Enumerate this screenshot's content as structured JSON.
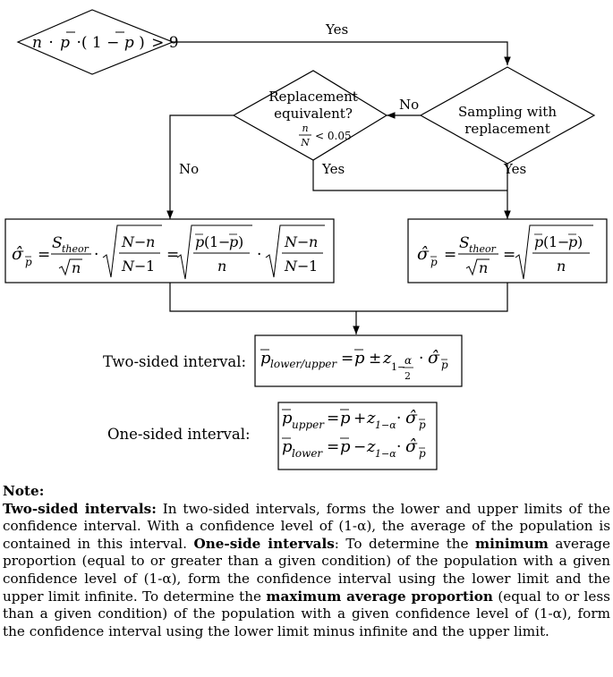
{
  "start_condition": {
    "n": "n",
    "p": "p",
    "one": "1",
    "minus": "−",
    "gt": "> 9"
  },
  "arrow_labels": {
    "start_yes": "Yes",
    "replacement_no": "No",
    "replacement_yes": "Yes",
    "sampling_yes": "Yes",
    "left_no": "No"
  },
  "decision_replacement": {
    "line1": "Replacement",
    "line2": "equivalent?",
    "frac_num": "n",
    "frac_den": "N",
    "cond": "< 0.05"
  },
  "decision_sampling": {
    "line1": "Sampling with",
    "line2": "replacement"
  },
  "formula_left": {
    "sigma": "σ̂",
    "sub": "p",
    "s": "S",
    "theor": "theor",
    "n": "n",
    "N": "N",
    "p": "p",
    "one": "1",
    "minus": "−",
    "eq": "=",
    "dot": "·"
  },
  "formula_right": {
    "sigma": "σ̂",
    "sub": "p",
    "s": "S",
    "theor": "theor",
    "n": "n",
    "p": "p",
    "one": "1",
    "minus": "−",
    "eq": "="
  },
  "two_sided": {
    "label": "Two-sided interval:",
    "lhs_sub": "lower/upper",
    "pm": "±",
    "z": "z",
    "one_minus": "1−",
    "alpha": "α",
    "two": "2",
    "sigma": "σ̂",
    "p": "p"
  },
  "one_sided": {
    "label": "One-sided interval:",
    "upper_sub": "upper",
    "lower_sub": "lower",
    "plus": "+",
    "minus": "−",
    "z": "z",
    "z_sub": "1−α",
    "sigma": "σ̂",
    "p": "p"
  },
  "note": {
    "heading": "Note:",
    "two_title": "Two-sided intervals:",
    "two_text": " In two-sided intervals, forms the lower and upper limits of the confidence interval. With a confidence level of (1-α), the average of the population is contained in this interval. ",
    "one_title": "One-side intervals",
    "one_text_a": ": To determine the ",
    "minimum": "minimum",
    "one_text_b": " average proportion (equal to or greater than a given condition) of the population with a given confidence level of (1-α), form the confidence interval using the lower limit and the upper limit infinite. To determine the ",
    "maximum": "maximum average proportion",
    "one_text_c": " (equal to or less than a given condition) of the population with a given confidence level of (1-α), form the confidence interval using the lower limit minus infinite and the upper limit."
  }
}
